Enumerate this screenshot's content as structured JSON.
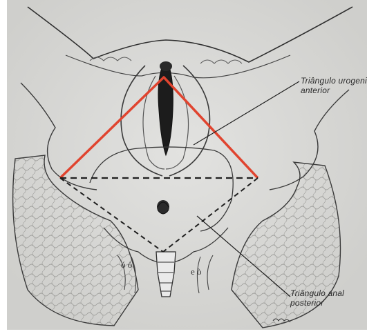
{
  "labels": {
    "anterior_line1": "Triângulo urogenital",
    "anterior_line2": "anterior",
    "posterior_line1": "Triângulo anal",
    "posterior_line2": "posterior"
  },
  "colors": {
    "paper": "#d6d6d4",
    "ink": "#2f2f2f",
    "triangle_red": "#e0442f",
    "dashed_line": "#1f1f1f"
  }
}
